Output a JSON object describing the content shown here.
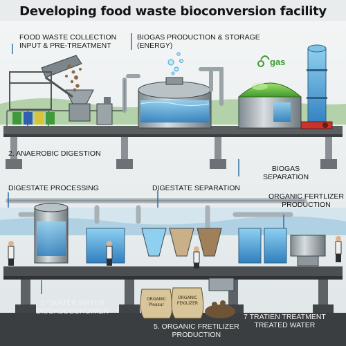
{
  "title": "Developing food waste bioconversion facility",
  "labels": {
    "collection_line1": "FOOD WASTE COLLECTION",
    "collection_line2": "INPUT & PRE-TREATMENT",
    "biogas_line1": "BIOGAS PRODUCTION & STORAGE",
    "biogas_line2": "(ENERGY)",
    "gas_logo": "gas",
    "anaerobic": "2. ANAEROBIC DIGESTION",
    "biogas_sep_line1": "BIOGAS",
    "biogas_sep_line2": "SEPARATION",
    "digestate_processing": "DIGESTATE PROCESSING",
    "digestate_separation": "DIGESTATE SEPARATION",
    "organic_fert_line1": "ORGANIC FERTLIZER",
    "organic_fert_line2": "PRODUCTION",
    "water_line1": "5.° WATER WATER",
    "water_line2": "DISGADDEGROIMER",
    "fert5_line1": "5. ORGANIC FRETILIZER",
    "fert5_line2": "PRODUCTION",
    "treatment_line1": "7 TRATIEN TREATMENT",
    "treatment_line2": "TREATED WATER",
    "sack1_line1": "ORGANIC",
    "sack1_line2": "Pleasur",
    "sack2_line1": "ORGANIC",
    "sack2_line2": "FEKILIZER"
  },
  "colors": {
    "water": "#4a9fd6",
    "dome": "#6fbf4a",
    "steel": "#a9b3b8",
    "platform": "#4b4f52",
    "engine": "#c8332a"
  }
}
